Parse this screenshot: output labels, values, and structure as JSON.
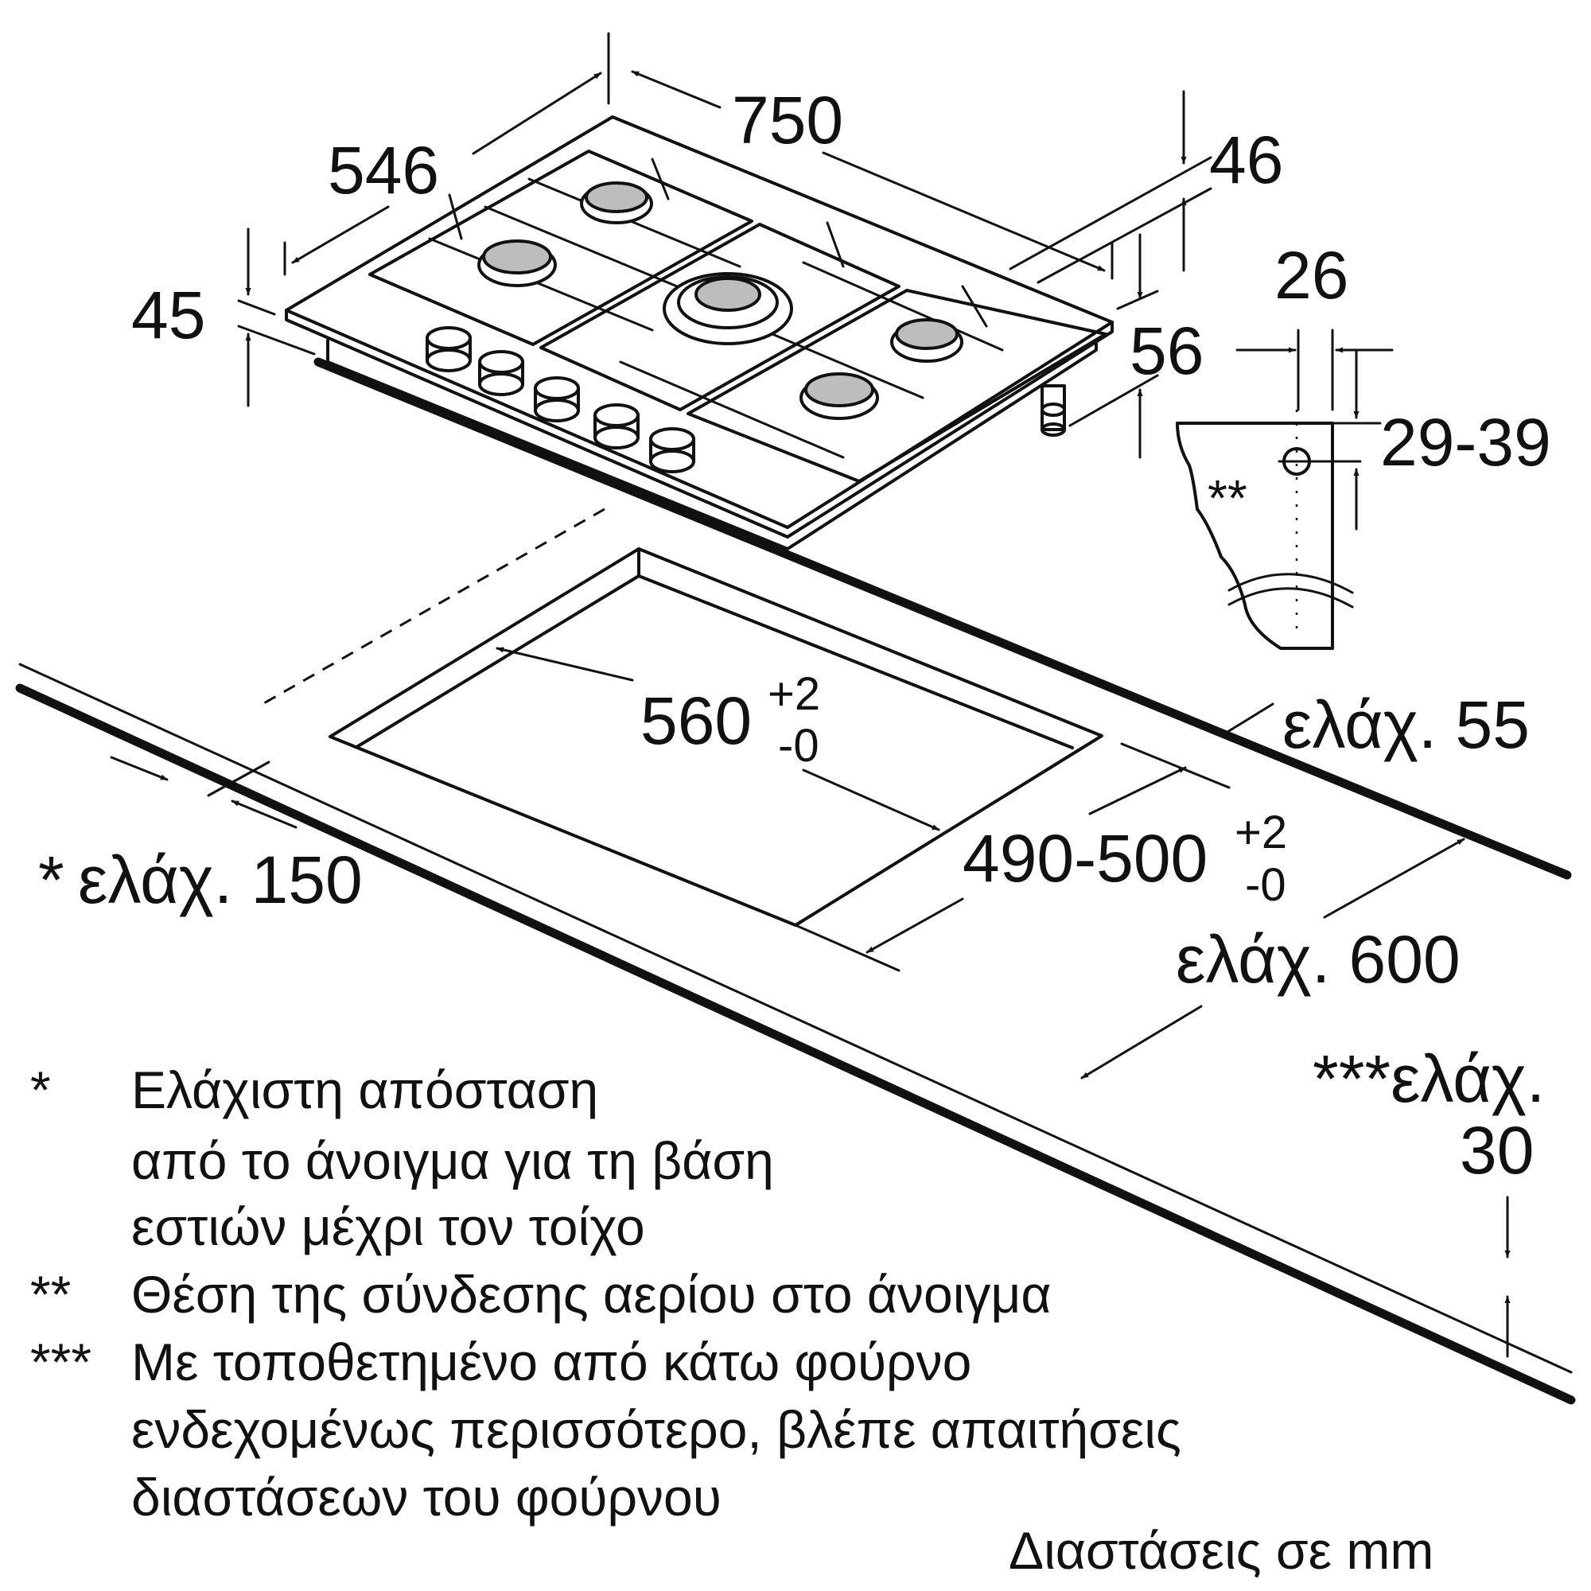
{
  "dimensions": {
    "width_750": "750",
    "depth_546": "546",
    "height_45": "45",
    "height_46": "46",
    "height_56": "56",
    "offset_26": "26",
    "gas_29_39": "29-39",
    "cutout_width": "560",
    "cutout_width_tol_plus": "+2",
    "cutout_width_tol_minus": "-0",
    "cutout_depth": "490-500",
    "cutout_depth_tol_plus": "+2",
    "cutout_depth_tol_minus": "-0",
    "min_55": "ελάχ. 55",
    "min_150_star": "*",
    "min_150": "ελάχ. 150",
    "min_600": "ελάχ. 600",
    "min_30_stars": "***ελάχ.",
    "min_30_value": "30",
    "gas_connection_marker": "**"
  },
  "notes": [
    {
      "marker": "*",
      "lines": [
        "Ελάχιστη απόσταση",
        "από το άνοιγμα για τη βάση",
        "εστιών μέχρι τον τοίχο"
      ]
    },
    {
      "marker": "**",
      "lines": [
        "Θέση της σύνδεσης αερίου στο άνοιγμα"
      ]
    },
    {
      "marker": "***",
      "lines": [
        "Με τοποθετημένο από κάτω φούρνο",
        "ενδεχομένως περισσότερο, βλέπε απαιτήσεις",
        "διαστάσεων του φούρνου"
      ]
    }
  ],
  "units_note": "Διαστάσεις σε mm",
  "colors": {
    "line": "#111111",
    "burner_fill": "#bdbdbd",
    "background": "#ffffff"
  },
  "icons": [
    "hob-drawing",
    "countertop-drawing",
    "gas-connection-detail"
  ]
}
